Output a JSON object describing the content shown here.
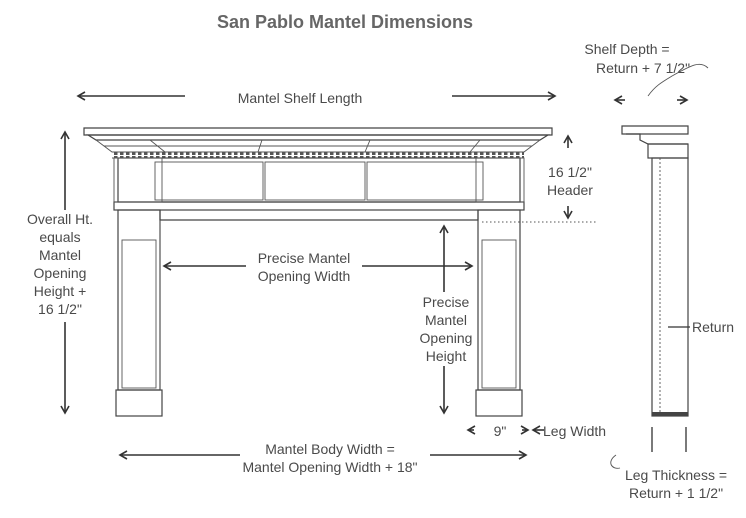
{
  "title": "San Pablo Mantel Dimensions",
  "labels": {
    "shelf_length": "Mantel Shelf Length",
    "shelf_depth_1": "Shelf Depth =",
    "shelf_depth_2": "Return + 7 1/2\"",
    "header_1": "16 1/2\"",
    "header_2": "Header",
    "overall_1": "Overall Ht.",
    "overall_2": "equals",
    "overall_3": "Mantel",
    "overall_4": "Opening",
    "overall_5": "Height +",
    "overall_6": "16 1/2\"",
    "opening_width_1": "Precise Mantel",
    "opening_width_2": "Opening Width",
    "opening_height_1": "Precise",
    "opening_height_2": "Mantel",
    "opening_height_3": "Opening",
    "opening_height_4": "Height",
    "return": "Return",
    "leg_width_value": "9\"",
    "leg_width": "Leg Width",
    "body_width_1": "Mantel Body Width =",
    "body_width_2": "Mantel Opening Width + 18\"",
    "leg_thickness_1": "Leg Thickness =",
    "leg_thickness_2": "Return + 1 1/2\""
  }
}
